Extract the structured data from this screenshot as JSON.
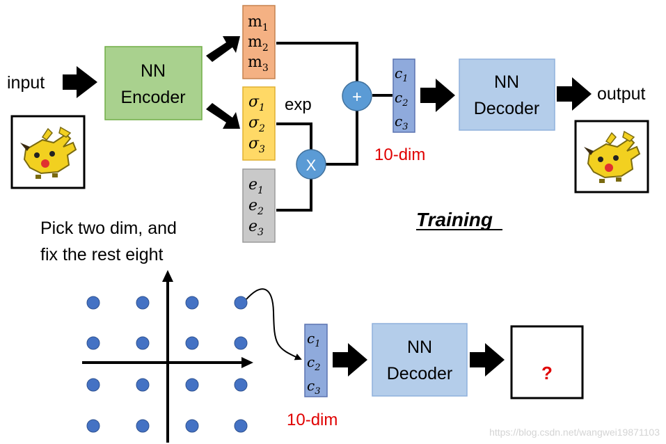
{
  "training": {
    "input_label": "input",
    "output_label": "output",
    "encoder_label": [
      "NN",
      "Encoder"
    ],
    "decoder_label": [
      "NN",
      "Decoder"
    ],
    "mean_vars": [
      {
        "v": "m",
        "s": "1"
      },
      {
        "v": "m",
        "s": "2"
      },
      {
        "v": "m",
        "s": "3"
      }
    ],
    "sigma_vars": [
      {
        "v": "σ",
        "s": "1"
      },
      {
        "v": "σ",
        "s": "2"
      },
      {
        "v": "σ",
        "s": "3"
      }
    ],
    "noise_vars": [
      {
        "v": "e",
        "s": "1"
      },
      {
        "v": "e",
        "s": "2"
      },
      {
        "v": "e",
        "s": "3"
      }
    ],
    "code_vars": [
      {
        "v": "c",
        "s": "1"
      },
      {
        "v": "c",
        "s": "2"
      },
      {
        "v": "c",
        "s": "3"
      }
    ],
    "exp_label": "exp",
    "plus_symbol": "+",
    "times_symbol": "X",
    "dim_label": "10-dim",
    "section_title": "Training"
  },
  "generation": {
    "caption": [
      "Pick two dim, and",
      "fix the rest eight"
    ],
    "code_vars": [
      {
        "v": "c",
        "s": "1"
      },
      {
        "v": "c",
        "s": "2"
      },
      {
        "v": "c",
        "s": "3"
      }
    ],
    "decoder_label": [
      "NN",
      "Decoder"
    ],
    "dim_label": "10-dim",
    "unknown_output": "?",
    "grid_rows": 4,
    "grid_cols": 4
  },
  "watermark": "https://blog.csdn.net/wangwei19871103",
  "colors": {
    "encoder_fill": "#a9d18e",
    "encoder_stroke": "#70ad47",
    "decoder_fill": "#b4cdea",
    "decoder_stroke": "#8fb0dc",
    "mean_fill": "#f4b183",
    "mean_stroke": "#c5824f",
    "sigma_fill": "#ffd966",
    "sigma_stroke": "#e0b030",
    "noise_fill": "#c9c9c9",
    "noise_stroke": "#9a9a9a",
    "code_fill": "#8faadc",
    "code_stroke": "#5a73b0",
    "node_fill": "#5b9bd5",
    "node_stroke": "#41719c",
    "dot_fill": "#4472c4",
    "red": "#e00000"
  },
  "icons": [
    "pikachu-input-image",
    "pikachu-output-image",
    "right-arrow-icon"
  ]
}
